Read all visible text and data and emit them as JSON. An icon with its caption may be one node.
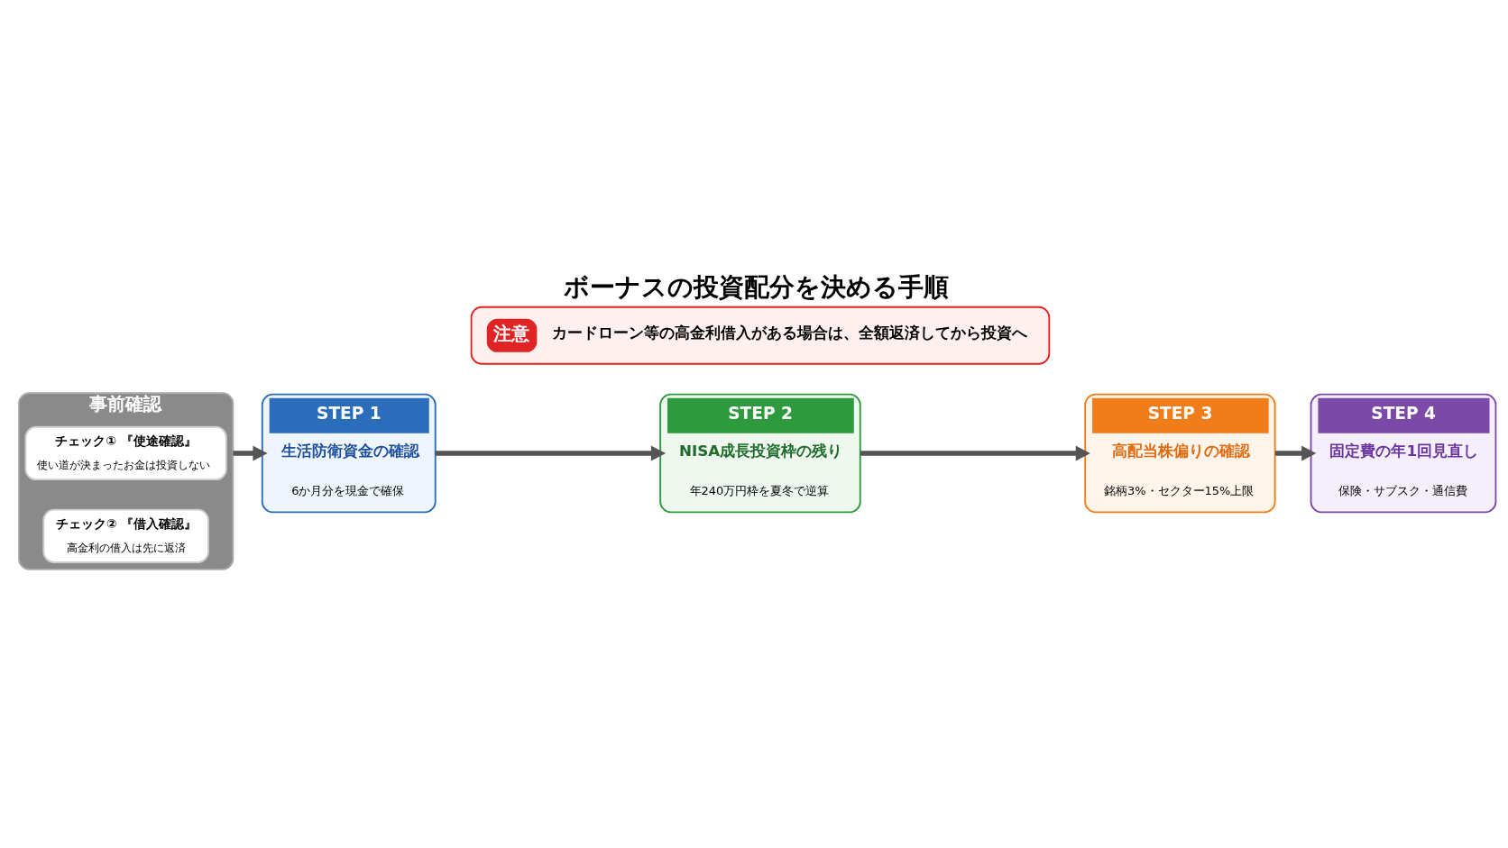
{
  "diagram": {
    "title": "ボーナスの投資配分を決める手順",
    "nodes": [
      {
        "text": [
          "事前確認"
        ]
      },
      {
        "text": [
          "チェック① 『使途確認』",
          "使い道が決まったお金は投資しない"
        ],
        "in": 0
      },
      {
        "text": [
          "チェック② 『借入確認』",
          "高金利の借入は先に返済"
        ],
        "in": 0
      },
      {
        "text": [
          "STEP 1",
          "生活防衛資金の確認",
          "6か月分を現金で確保"
        ]
      },
      {
        "text": [
          "STEP 2",
          "NISA成長投資枠の残り",
          "年240万円枠を夏冬で逆算"
        ]
      },
      {
        "text": [
          "STEP 3",
          "高配当株偏りの確認",
          "銘柄3%・セクター15%上限"
        ]
      },
      {
        "text": [
          "STEP 4",
          "固定費の年1回見直し",
          "保険・サブスク・通信費"
        ]
      },
      {
        "text": [
          "注意",
          "カードローン等の高金利借入がある場合は、全額返済してから投資へ"
        ]
      }
    ],
    "edges": [
      {
        "from": 0,
        "to": 3,
        "arrow": "to"
      },
      {
        "from": 3,
        "to": 4,
        "arrow": "to"
      },
      {
        "from": 4,
        "to": 5,
        "arrow": "to"
      },
      {
        "from": 5,
        "to": 6,
        "arrow": "to"
      }
    ]
  }
}
